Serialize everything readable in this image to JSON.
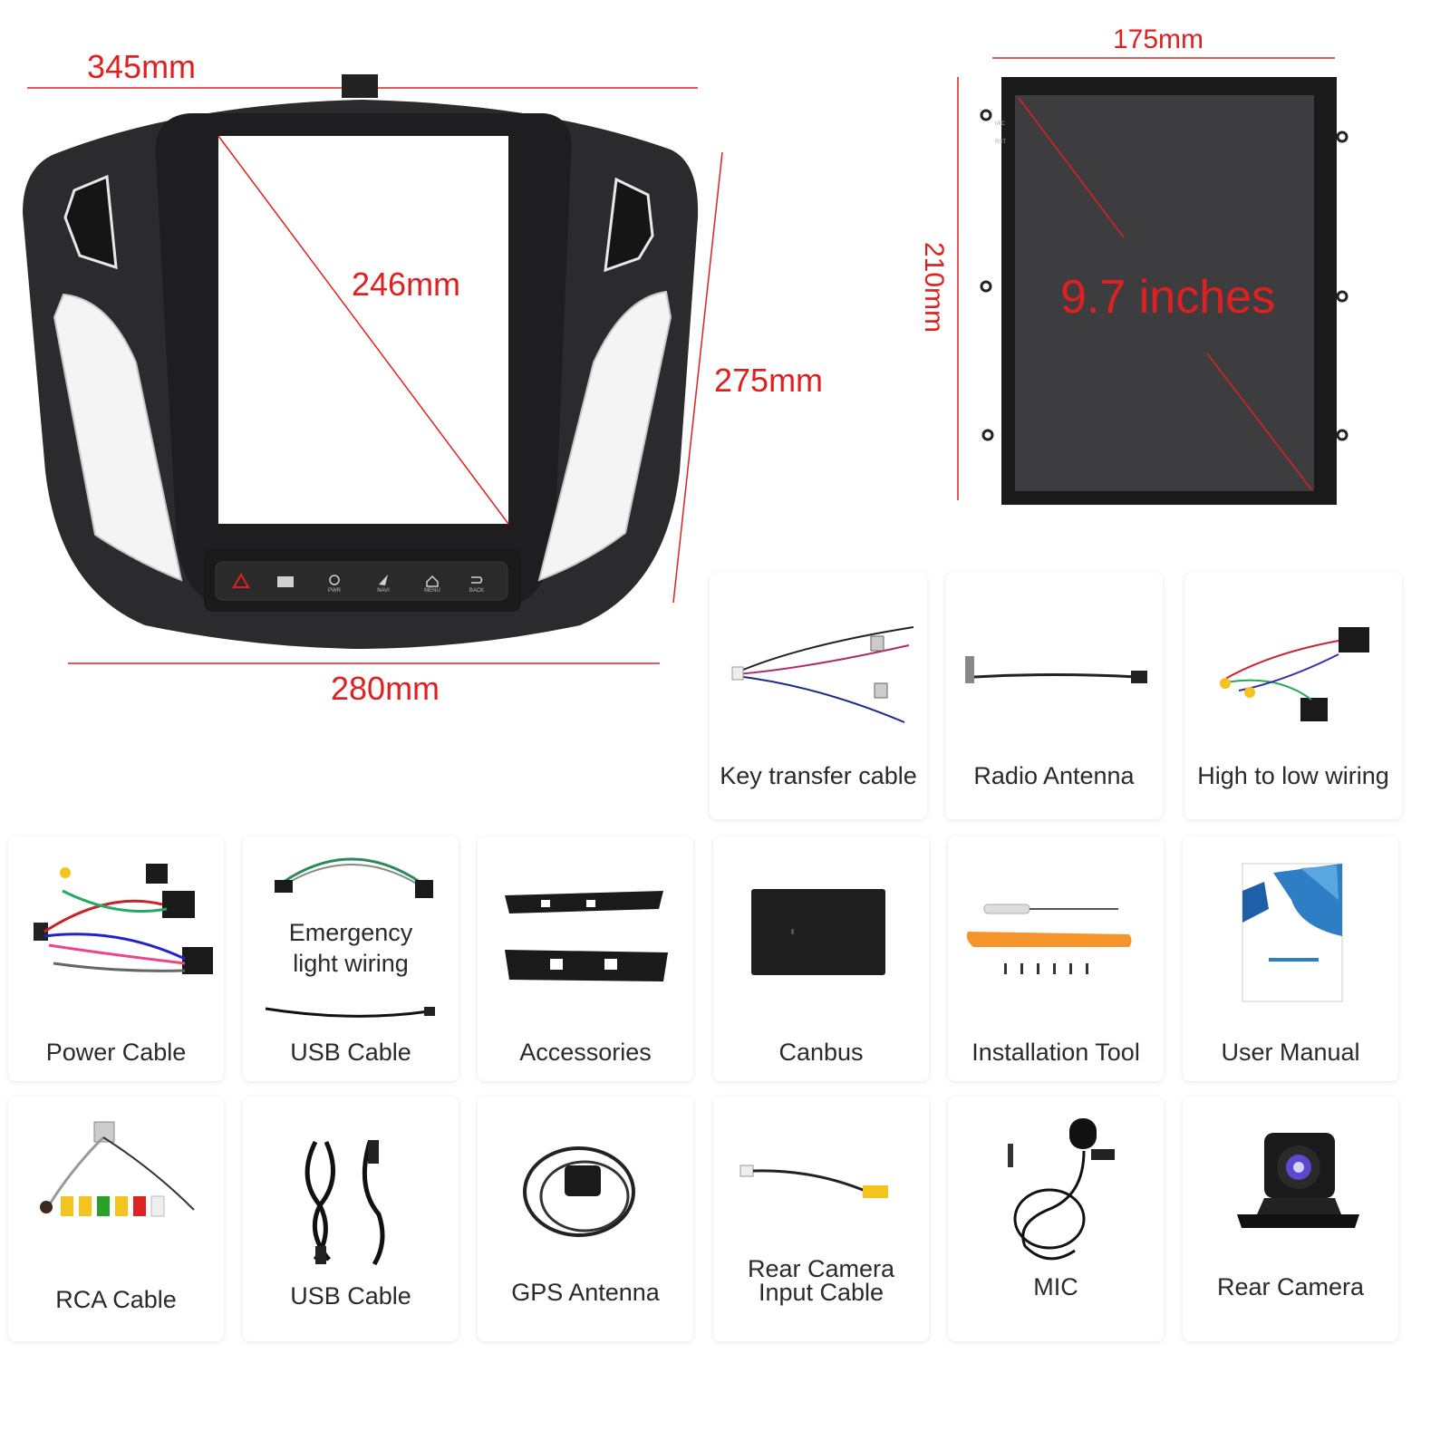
{
  "colors": {
    "dimension": "#e02020",
    "bezel": "#2b2b2d",
    "screen_dark": "#3d3d3f",
    "label_text": "#2a2a2a"
  },
  "head_unit": {
    "width_top": "345mm",
    "diagonal": "246mm",
    "height": "275mm",
    "width_bottom": "280mm",
    "button_icons": [
      "hazard-icon",
      "lock-icon",
      "power-icon",
      "navigation-icon",
      "home-icon",
      "back-icon"
    ],
    "button_labels": [
      "PWR",
      "NAVI",
      "MENU",
      "BACK"
    ]
  },
  "screen_module": {
    "width": "175mm",
    "height": "210mm",
    "size": "9.7 inches",
    "side_labels": [
      "MIC",
      "RST"
    ]
  },
  "accessories": {
    "key_transfer_cable": "Key transfer cable",
    "radio_antenna": "Radio Antenna",
    "high_to_low_wiring": "High to low wiring",
    "power_cable": "Power Cable",
    "emergency_light_wiring": [
      "Emergency",
      "light wiring"
    ],
    "usb_cable_1": "USB Cable",
    "accessories": "Accessories",
    "canbus": "Canbus",
    "installation_tool": "Installation Tool",
    "user_manual": "User Manual",
    "rca_cable": "RCA Cable",
    "usb_cable_2": "USB Cable",
    "gps_antenna": "GPS Antenna",
    "rear_camera_input_cable": [
      "Rear Camera",
      "Input Cable"
    ],
    "mic": "MIC",
    "rear_camera": "Rear Camera"
  }
}
